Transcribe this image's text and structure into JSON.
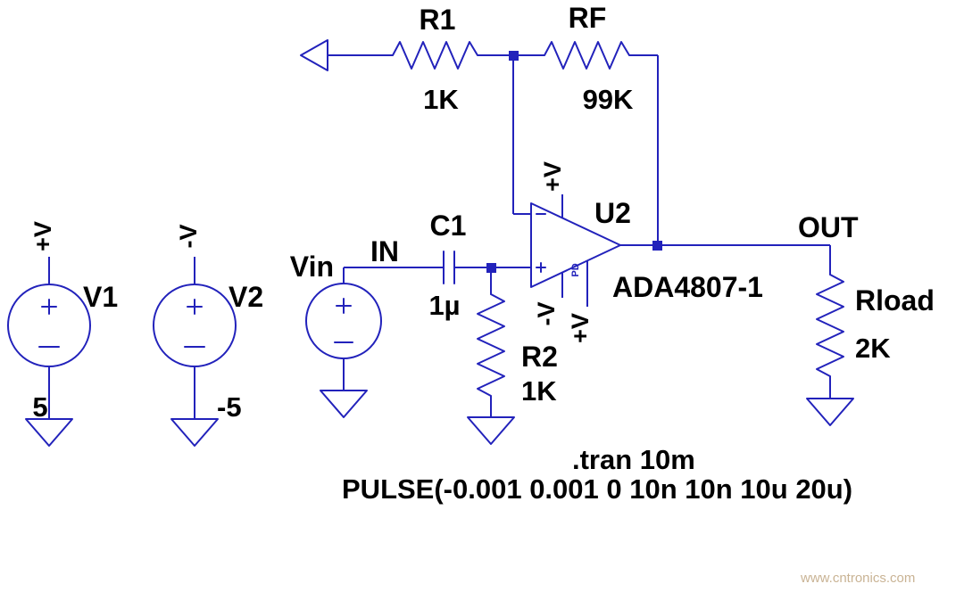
{
  "schematic": {
    "colors": {
      "wire": "#2222bb",
      "label": "#000000",
      "watermark": "#c9b394"
    },
    "resistors": {
      "r1": {
        "ref": "R1",
        "value": "1K"
      },
      "rf": {
        "ref": "RF",
        "value": "99K"
      },
      "r2": {
        "ref": "R2",
        "value": "1K"
      },
      "rload": {
        "ref": "Rload",
        "value": "2K"
      }
    },
    "capacitors": {
      "c1": {
        "ref": "C1",
        "value": "1µ"
      }
    },
    "sources": {
      "v1": {
        "ref": "V1",
        "value": "5",
        "rail": "+V"
      },
      "v2": {
        "ref": "V2",
        "value": "-5",
        "rail": "-V"
      },
      "vin": {
        "ref": "Vin"
      }
    },
    "opamp": {
      "ref": "U2",
      "part": "ADA4807-1",
      "rail_top": "+V",
      "rail_neg": "-V",
      "rail_pd": "+V",
      "pd_pin": "PD"
    },
    "nets": {
      "in": "IN",
      "out": "OUT"
    },
    "directives": {
      "tran": ".tran 10m",
      "pulse": "PULSE(-0.001 0.001 0 10n 10n 10u 20u)"
    },
    "watermark": "www.cntronics.com"
  }
}
